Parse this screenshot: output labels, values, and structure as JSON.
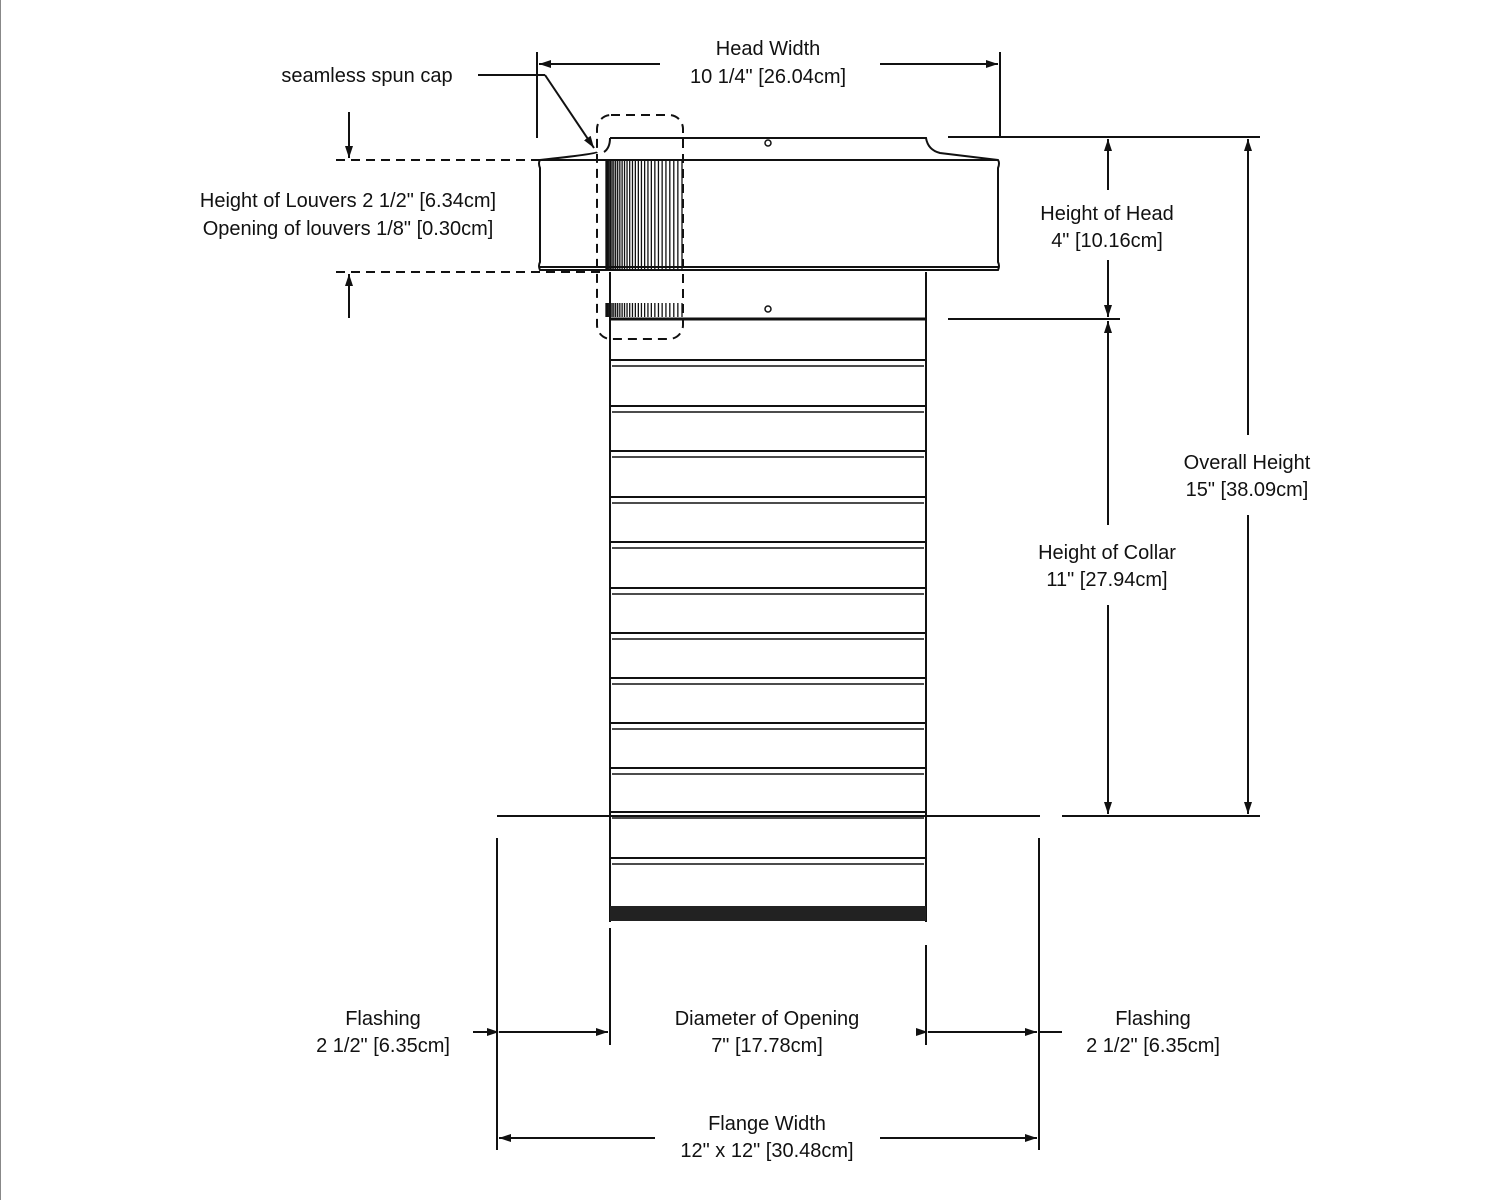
{
  "labels": {
    "cap": "seamless spun cap",
    "head_width_title": "Head Width",
    "head_width_value": "10 1/4\" [26.04cm]",
    "louvers_height": "Height of Louvers 2 1/2\" [6.34cm]",
    "louvers_opening": "Opening of louvers 1/8\" [0.30cm]",
    "head_height_title": "Height of Head",
    "head_height_value": "4\" [10.16cm]",
    "overall_title": "Overall Height",
    "overall_value": "15\" [38.09cm]",
    "collar_title": "Height of Collar",
    "collar_value": "11\" [27.94cm]",
    "flash_left_title": "Flashing",
    "flash_left_value": "2 1/2\" [6.35cm]",
    "flash_right_title": "Flashing",
    "flash_right_value": "2 1/2\" [6.35cm]",
    "opening_title": "Diameter of Opening",
    "opening_value": "7\" [17.78cm]",
    "flange_title": "Flange Width",
    "flange_value": "12\" x 12\" [30.48cm]"
  },
  "colors": {
    "line": "#111111",
    "background": "#ffffff"
  }
}
